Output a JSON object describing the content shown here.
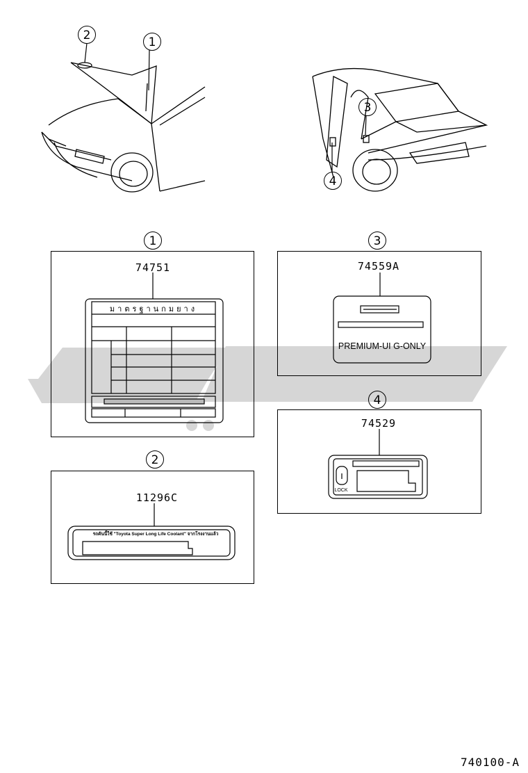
{
  "callouts": {
    "c1": "1",
    "c2": "2",
    "c3": "3",
    "c4": "4"
  },
  "parts": {
    "p1": {
      "number": "74751",
      "thai_title": "มาตรฐานกมยาง"
    },
    "p2": {
      "number": "11296C",
      "label_text": "รถคันนี้ใช้ \"Toyota Super Long Life Coolant\" จากโรงงานแล้ว"
    },
    "p3": {
      "number": "74559A",
      "label_text": "PREMIUM-UI G-ONLY"
    },
    "p4": {
      "number": "74529",
      "lock_text": "LOCK"
    }
  },
  "footer_code": "740100-A",
  "colors": {
    "line": "#000000",
    "watermark": "#cfcfcf"
  }
}
